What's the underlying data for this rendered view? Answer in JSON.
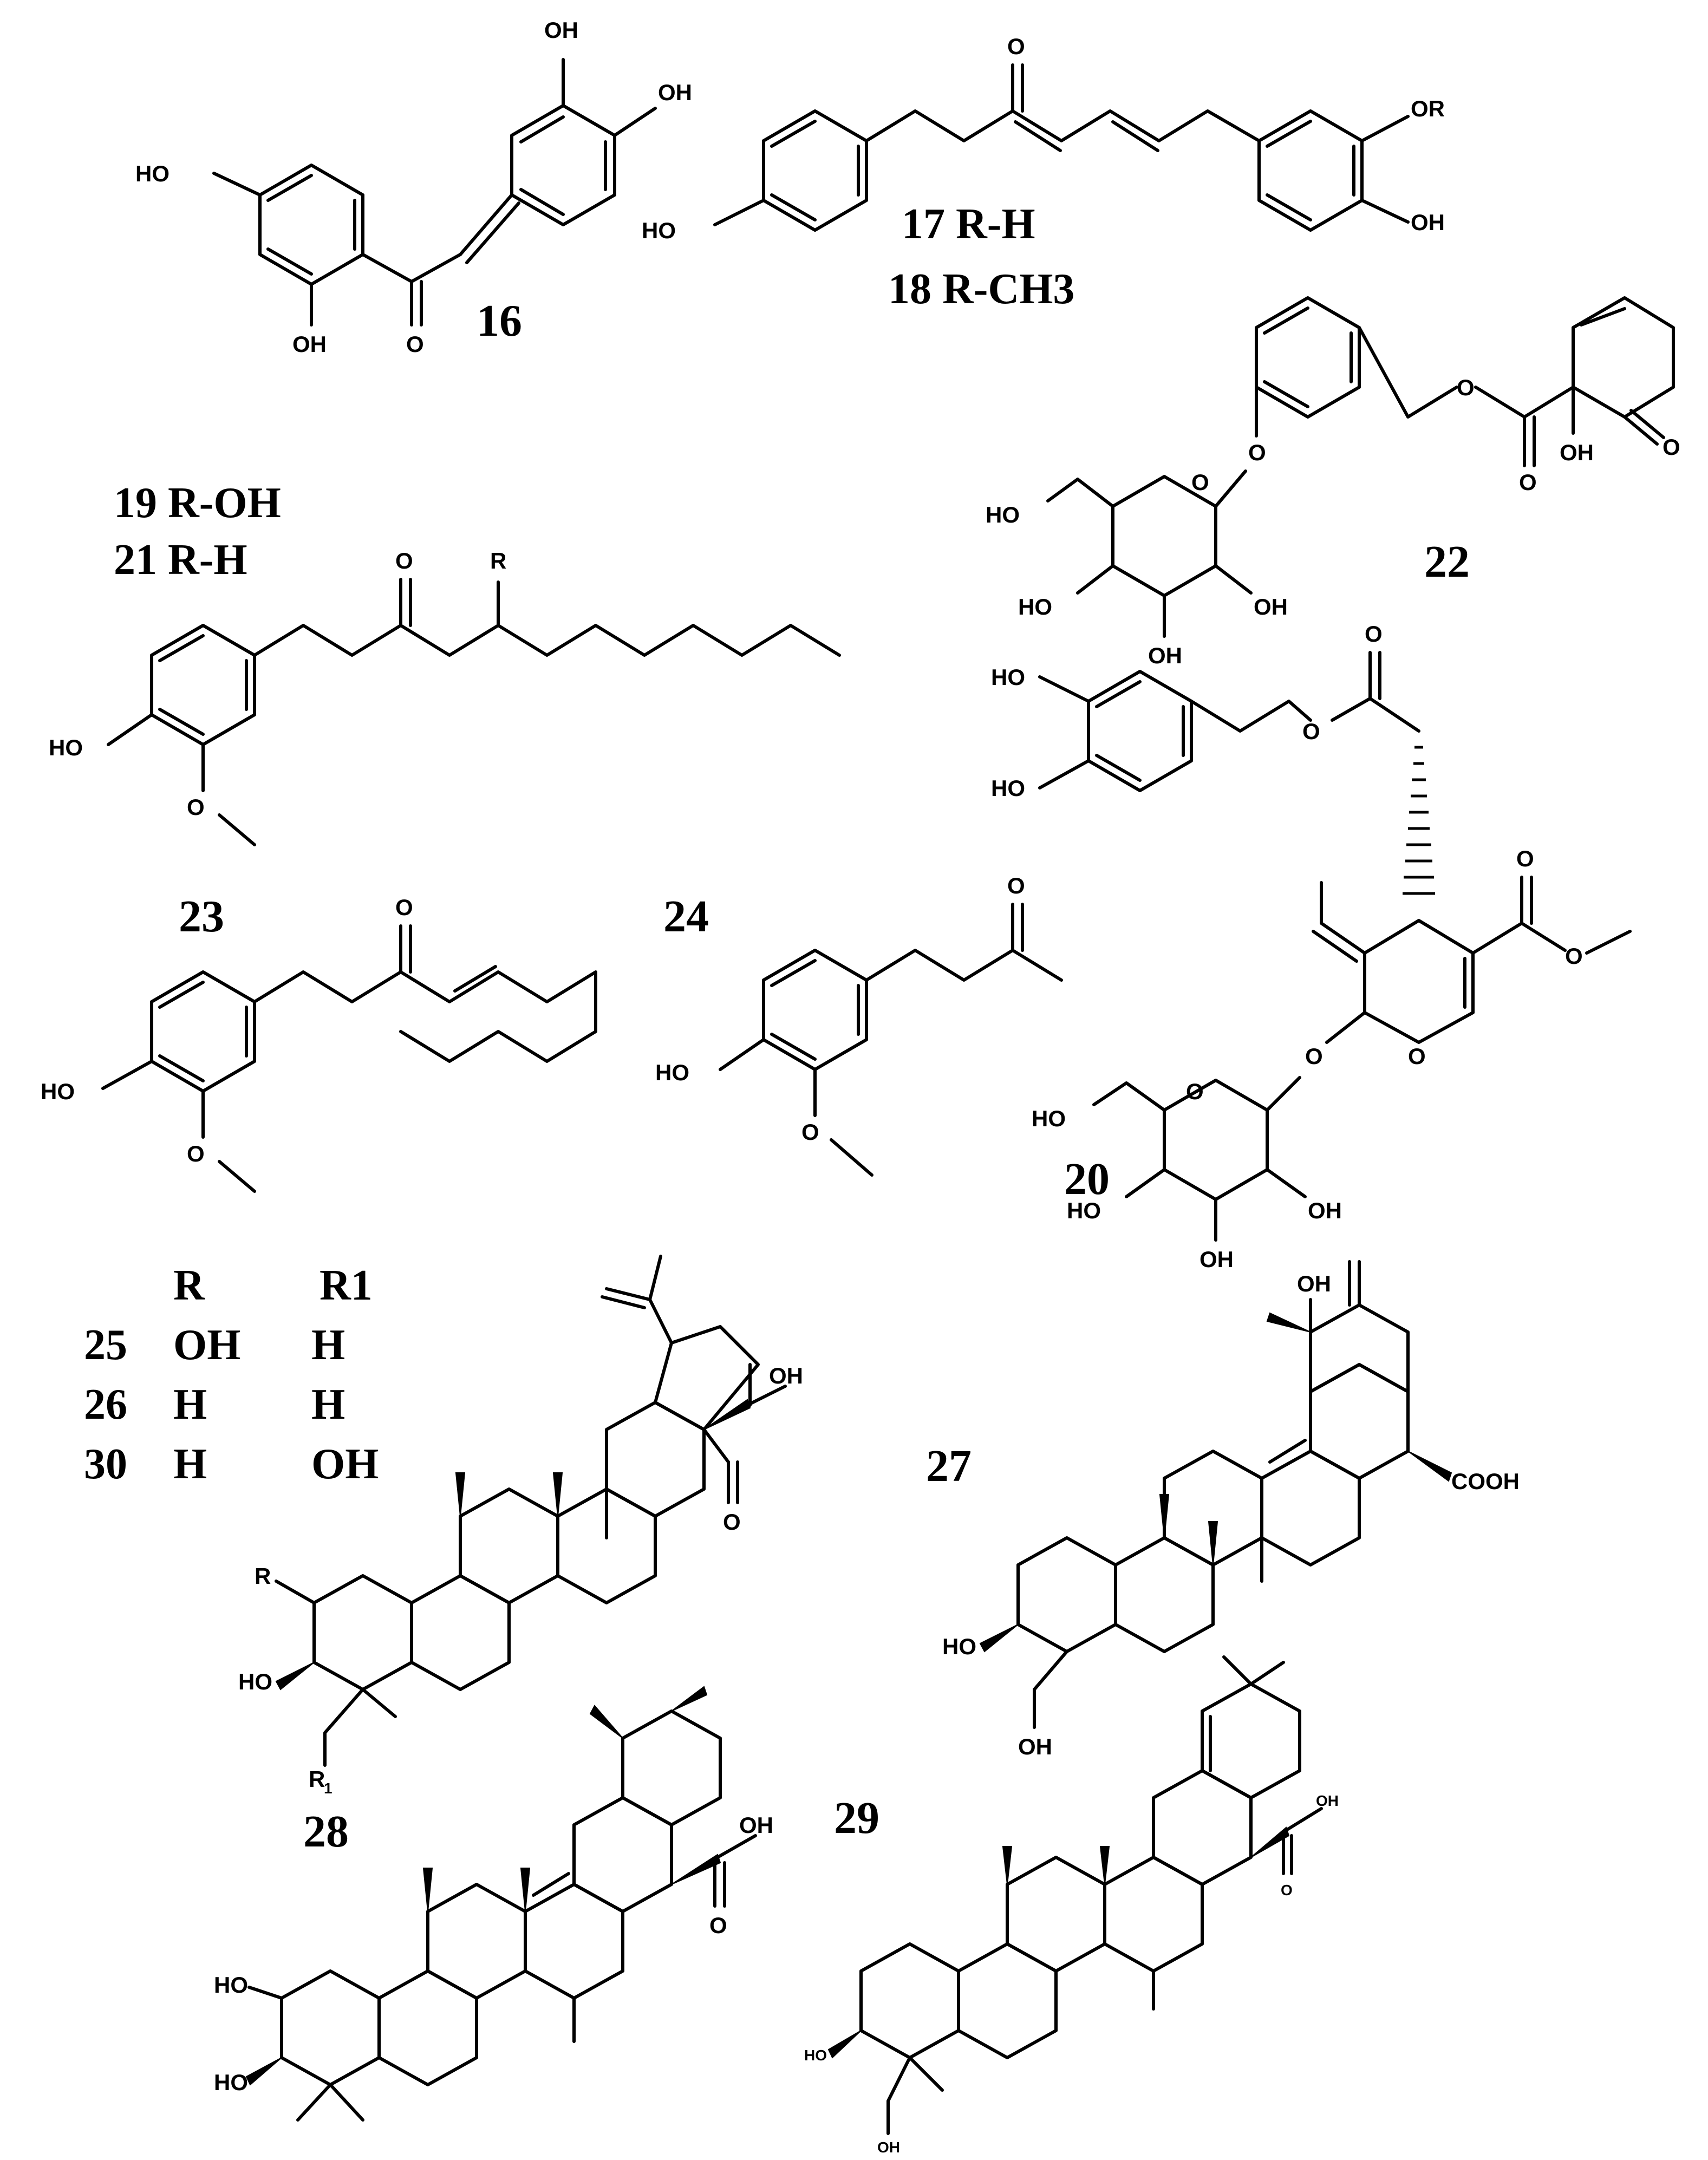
{
  "compounds": {
    "c16": {
      "number": "16"
    },
    "c17": {
      "label": "17 R-H"
    },
    "c18": {
      "label": "18 R-CH3"
    },
    "c19": {
      "label": "19  R-OH"
    },
    "c21": {
      "label": "21   R-H"
    },
    "c22": {
      "number": "22"
    },
    "c23": {
      "number": "23"
    },
    "c24": {
      "number": "24"
    },
    "c20": {
      "number": "20"
    },
    "c27": {
      "number": "27"
    },
    "c28": {
      "number": "28"
    },
    "c29": {
      "number": "29"
    }
  },
  "substituent_table": {
    "header_r": "R",
    "header_r1": "R1",
    "rows": [
      {
        "num": "25",
        "r": "OH",
        "r1": "H"
      },
      {
        "num": "26",
        "r": "H",
        "r1": "H"
      },
      {
        "num": "30",
        "r": "H",
        "r1": "OH"
      }
    ]
  },
  "atoms": {
    "oh": "OH",
    "ho": "HO",
    "o": "O",
    "or": "OR",
    "r": "R",
    "r1": "R",
    "r1_sub": "1",
    "cooh": "COOH"
  }
}
